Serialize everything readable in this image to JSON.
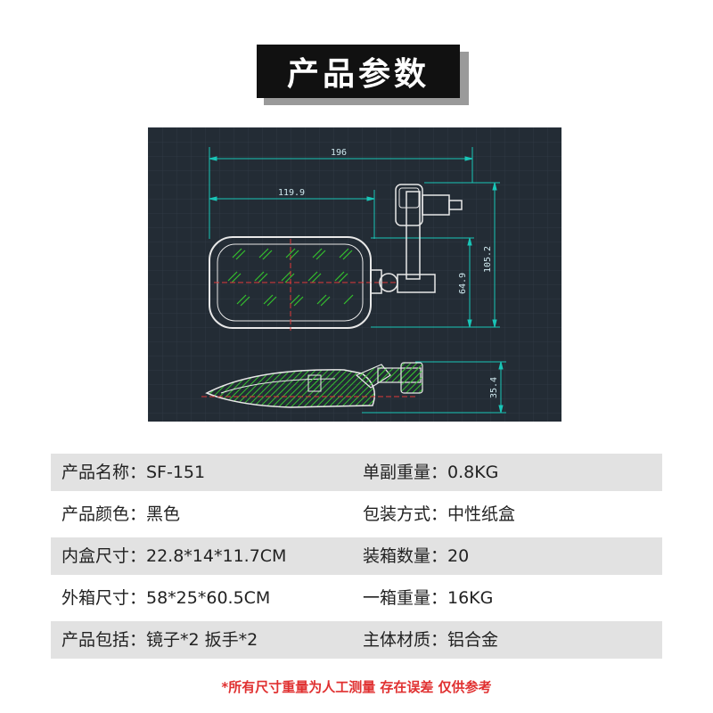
{
  "title": "产品参数",
  "drawing": {
    "dim_total_width": "196",
    "dim_mirror_width": "119.9",
    "dim_total_height": "105.2",
    "dim_mirror_height": "64.9",
    "dim_side_height": "35.4"
  },
  "specs": [
    {
      "left": "产品名称：SF-151",
      "right": "单副重量：0.8KG"
    },
    {
      "left": "产品颜色：黑色",
      "right": "包装方式：中性纸盒"
    },
    {
      "left": "内盒尺寸：22.8*14*11.7CM",
      "right": "装箱数量：20"
    },
    {
      "left": "外箱尺寸：58*25*60.5CM",
      "right": "一箱重量：16KG"
    },
    {
      "left": "产品包括：镜子*2 扳手*2",
      "right": "主体材质：铝合金"
    }
  ],
  "note": "*所有尺寸重量为人工测量 存在误差 仅供参考",
  "colors": {
    "title_bg": "#111111",
    "drawing_bg": "#232c35",
    "dimension_line": "#19c6b8",
    "outline": "#e8e8e8",
    "hatch": "#35c02f",
    "row_shade": "#e2e2e2",
    "note_text": "#e03030"
  }
}
